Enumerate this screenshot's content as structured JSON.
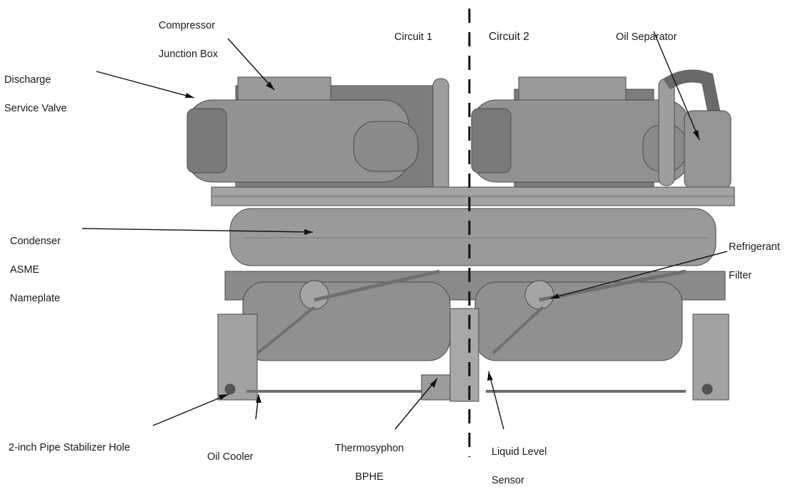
{
  "labels": {
    "compressor_junction_box": [
      "Compressor",
      "Junction Box"
    ],
    "circuit_1": "Circuit 1",
    "circuit_2": "Circuit 2",
    "oil_separator": "Oil Separator",
    "discharge_service_valve": [
      "Discharge",
      "Service Valve"
    ],
    "condenser_asme_nameplate": [
      "Condenser",
      "ASME",
      "Nameplate"
    ],
    "refrigerant_filter": [
      "Refrigerant",
      "Filter"
    ],
    "pipe_stabilizer_hole": "2-inch Pipe Stabilizer Hole",
    "oil_cooler": "Oil Cooler",
    "thermosyphon_bphe": [
      "Thermosyphon",
      "BPHE"
    ],
    "liquid_level_sensor": [
      "Liquid Level",
      "Sensor"
    ]
  },
  "colors": {
    "machine_body": "#8e8e8e",
    "machine_dark": "#5f5f5f",
    "machine_light": "#b3b3b3",
    "leader": "#111111",
    "divider": "#111111"
  }
}
